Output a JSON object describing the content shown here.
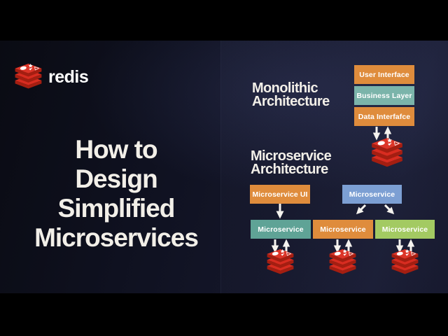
{
  "brand": {
    "name": "redis",
    "logo_icon": "redis-cube-stack"
  },
  "title": {
    "lines": [
      "How to",
      "Design",
      "Simplified",
      "Microservices"
    ]
  },
  "monolithic": {
    "heading_lines": [
      "Monolithic",
      "Architecture"
    ],
    "layers": [
      {
        "label": "User Interface",
        "color": "#DF8C3C"
      },
      {
        "label": "Business Layer",
        "color": "#7BB4AA"
      },
      {
        "label": "Data Interfafce",
        "color": "#DF8C3C"
      }
    ],
    "datastore_icon": "redis-cube-stack",
    "edges": [
      {
        "from": "Data Interfafce",
        "to": "redis",
        "type": "bidirectional"
      }
    ]
  },
  "microservice": {
    "heading_lines": [
      "Microservice",
      "Architecture"
    ],
    "top_row": [
      {
        "label": "Microservice UI",
        "color": "#DF8C3C"
      },
      {
        "label": "Microservice",
        "color": "#7C9FD3"
      }
    ],
    "bottom_row": [
      {
        "label": "Microservice",
        "color": "#5FA396"
      },
      {
        "label": "Microservice",
        "color": "#DF8C3C"
      },
      {
        "label": "Microservice",
        "color": "#A3CA62"
      }
    ],
    "datastore_icons": [
      "redis-cube-stack",
      "redis-cube-stack",
      "redis-cube-stack"
    ],
    "edges": [
      {
        "from": "Microservice UI",
        "to": "Microservice teal",
        "type": "down"
      },
      {
        "from": "Microservice blue",
        "to": "Microservice orange",
        "type": "down-diagonal"
      },
      {
        "from": "Microservice blue",
        "to": "Microservice green",
        "type": "down-diagonal"
      },
      {
        "from": "Microservice teal",
        "to": "redis",
        "type": "bidirectional"
      },
      {
        "from": "Microservice orange",
        "to": "redis",
        "type": "bidirectional"
      },
      {
        "from": "Microservice green",
        "to": "redis",
        "type": "bidirectional"
      }
    ]
  },
  "colors": {
    "letterbox": "#000000",
    "canvas_dark": "#0a0b13",
    "canvas_light": "#1a1d34",
    "redis_red": "#D82C20",
    "redis_dark_red": "#A41E11",
    "text_primary": "#F2EFE8",
    "arrow": "#F5F3EE"
  }
}
